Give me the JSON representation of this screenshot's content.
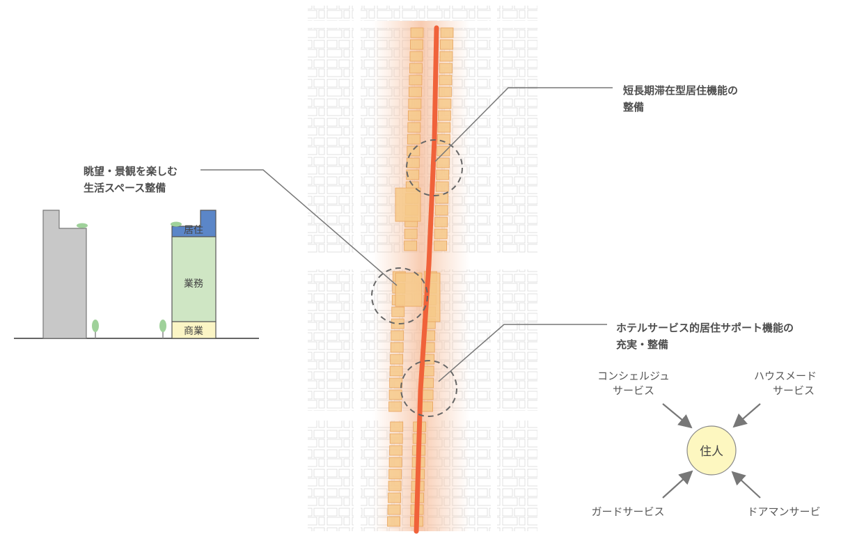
{
  "callouts": {
    "top": {
      "line1": "短長期滞在型居住機能の",
      "line2": "整備"
    },
    "left": {
      "line1": "眺望・景観を楽しむ",
      "line2": "生活スペース整備"
    },
    "right": {
      "line1": "ホテルサービス的居住サポート機能の",
      "line2": "充実・整備"
    }
  },
  "building": {
    "top_use": "居住",
    "middle_use": "業務",
    "bottom_use": "商業",
    "colors": {
      "residential": "#5b86c8",
      "office": "#cfe6c4",
      "commercial": "#fbf5c5",
      "existing": "#c8c8c8",
      "tree": "#9fd19a"
    }
  },
  "service_diagram": {
    "center": "住人",
    "concierge": {
      "line1": "コンシェルジュ",
      "line2": "サービス"
    },
    "housemaid": {
      "line1": "ハウスメード",
      "line2": "サービス"
    },
    "guard": "ガードサービス",
    "doorman": "ドアマンサービ",
    "center_color": "#fdf7c0"
  },
  "map": {
    "axis_color": "#f0623a",
    "block_color": "#f6c98a"
  }
}
